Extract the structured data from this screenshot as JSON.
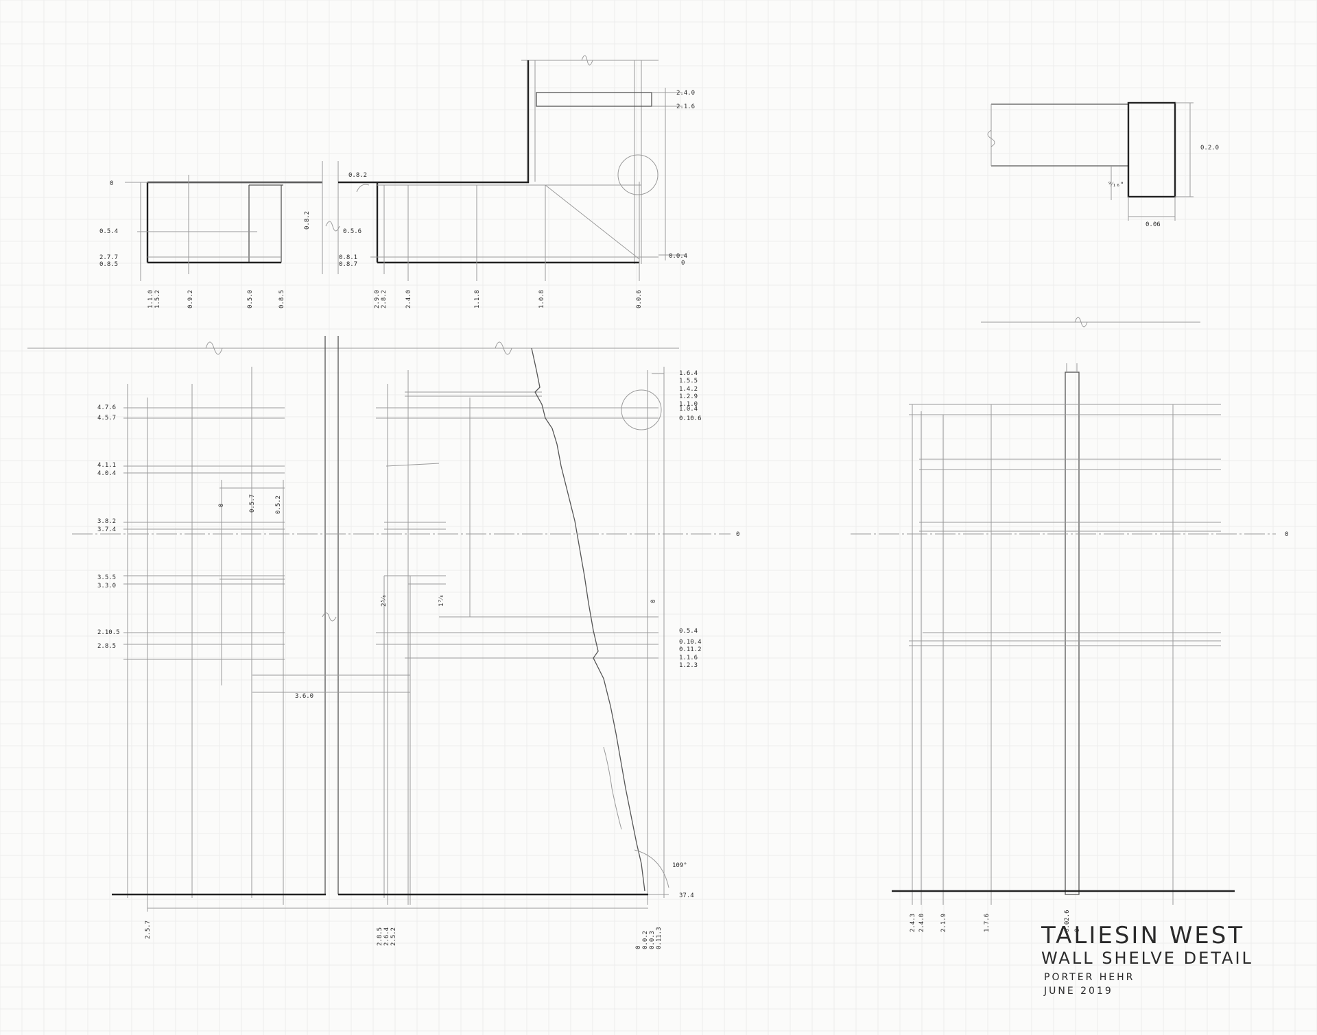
{
  "title_block": {
    "project": "TALIESIN WEST",
    "sheet_title": "WALL SHELVE DETAIL",
    "author": "PORTER HEHR",
    "date": "JUNE 2019"
  },
  "plan": {
    "origin_label": "0",
    "left_levels": [
      "0.5.4",
      "2.7.7",
      "0.8.5"
    ],
    "left_ticks": [
      "1.1.0",
      "1.5.2",
      "0.9.2",
      "0.5.0",
      "0.8.5"
    ],
    "break_labels": [
      "0.8.2",
      "0.5.6",
      "0.8.1",
      "0.8.7",
      "0.8.2"
    ],
    "right_levels": [
      "2.4.0",
      "2.1.6",
      "0.0.4",
      "0"
    ],
    "right_ticks": [
      "2.9.0",
      "2.8.2",
      "2.4.0",
      "1.1.8",
      "1.0.8",
      "0.0.6"
    ]
  },
  "elevation": {
    "zero_label": "0",
    "left_levels": [
      "4.7.6",
      "4.5.7",
      "4.1.1",
      "4.0.4",
      "3.8.2",
      "3.7.4",
      "3.5.5",
      "3.3.0",
      "2.10.5",
      "2.8.5"
    ],
    "inner_labels": [
      "0",
      "0.5.2",
      "0.5.7",
      "2⁵⁄₈",
      "1⁷⁄₈"
    ],
    "span_label": "3.6.0",
    "right_upper_levels": [
      "1.6.4",
      "1.5.5",
      "1.4.2",
      "1.2.9",
      "1.1.0",
      "1.0.4",
      "0.10.6"
    ],
    "right_lower_levels": [
      "0.5.4",
      "0.10.4",
      "0.11.2",
      "1.1.6",
      "1.2.3"
    ],
    "vertical_note": "0",
    "angle_label": "109°",
    "base_label": "37.4",
    "bottom_left_ticks": [
      "2.5.7"
    ],
    "bottom_mid_ticks": [
      "2.8.5",
      "2.6.4",
      "2.5.2"
    ],
    "bottom_right_ticks": [
      "0",
      "0.0.2",
      "0.0.3",
      "0.11.3"
    ]
  },
  "section_detail": {
    "height_label": "0.2.0",
    "depth_label": "0.06",
    "small_label": "⁹⁄₁₆\""
  },
  "side_elevation": {
    "zero_label": "0",
    "bottom_ticks": [
      "2.4.3",
      "2.4.0",
      "2.1.9",
      "1.7.6",
      "0.02.6",
      "0"
    ]
  }
}
